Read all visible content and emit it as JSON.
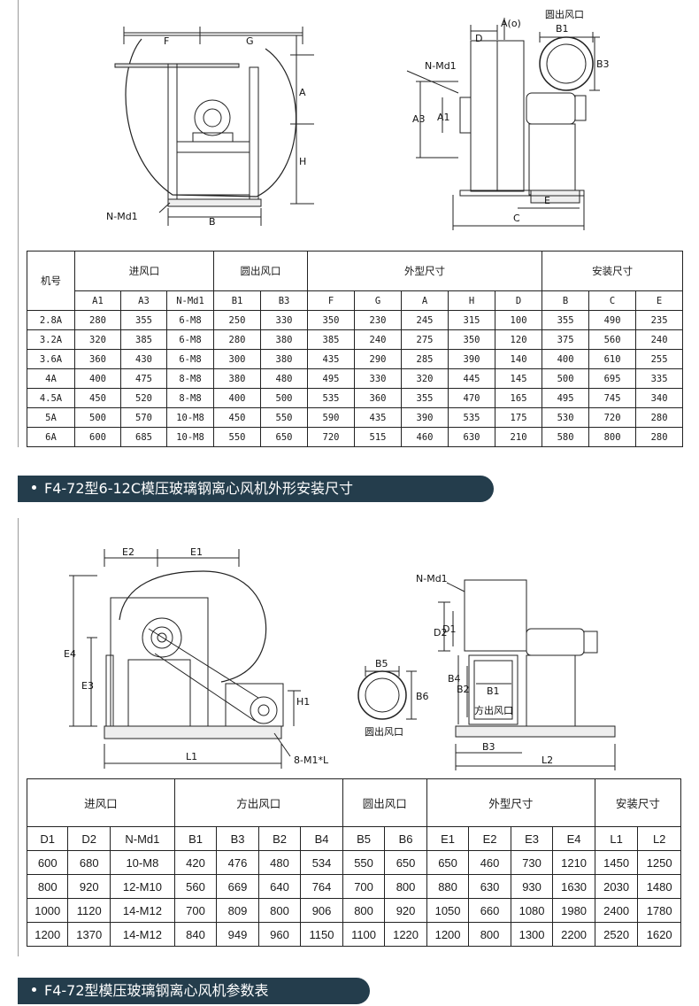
{
  "diagram1": {
    "front_labels": [
      "F",
      "G",
      "A",
      "H",
      "B",
      "N-Md1"
    ],
    "side_labels": [
      "D",
      "A(o)",
      "N-Md1",
      "A3",
      "A1",
      "E",
      "C"
    ],
    "outlet_title": "圆出风口",
    "outlet_labels": [
      "B1",
      "B3"
    ]
  },
  "table1": {
    "groups": [
      "机号",
      "进风口",
      "圆出风口",
      "外型尺寸",
      "安装尺寸"
    ],
    "columns": [
      "A1",
      "A3",
      "N-Md1",
      "B1",
      "B3",
      "F",
      "G",
      "A",
      "H",
      "D",
      "B",
      "C",
      "E"
    ],
    "rows": [
      [
        "2.8A",
        "280",
        "355",
        "6-M8",
        "250",
        "330",
        "350",
        "230",
        "245",
        "315",
        "100",
        "355",
        "490",
        "235"
      ],
      [
        "3.2A",
        "320",
        "385",
        "6-M8",
        "280",
        "380",
        "385",
        "240",
        "275",
        "350",
        "120",
        "375",
        "560",
        "240"
      ],
      [
        "3.6A",
        "360",
        "430",
        "6-M8",
        "300",
        "380",
        "435",
        "290",
        "285",
        "390",
        "140",
        "400",
        "610",
        "255"
      ],
      [
        "4A",
        "400",
        "475",
        "8-M8",
        "380",
        "480",
        "495",
        "330",
        "320",
        "445",
        "145",
        "500",
        "695",
        "335"
      ],
      [
        "4.5A",
        "450",
        "520",
        "8-M8",
        "400",
        "500",
        "535",
        "360",
        "355",
        "470",
        "165",
        "495",
        "745",
        "340"
      ],
      [
        "5A",
        "500",
        "570",
        "10-M8",
        "450",
        "550",
        "590",
        "435",
        "390",
        "535",
        "175",
        "530",
        "720",
        "280"
      ],
      [
        "6A",
        "600",
        "685",
        "10-M8",
        "550",
        "650",
        "720",
        "515",
        "460",
        "630",
        "210",
        "580",
        "800",
        "280"
      ]
    ]
  },
  "banner1": "F4-72型6-12C模压玻璃钢离心风机外形安装尺寸",
  "diagram2": {
    "front_labels": [
      "E2",
      "E1",
      "E4",
      "E3",
      "H1",
      "L1",
      "8-M1*L"
    ],
    "side_labels": [
      "N-Md1",
      "D2",
      "D1",
      "B4",
      "B2",
      "B1",
      "B3",
      "L2"
    ],
    "side_outlet_title": "方出风口",
    "outlet_title": "圆出风口",
    "outlet_labels": [
      "B5",
      "B6"
    ]
  },
  "table2": {
    "groups": [
      "进风口",
      "方出风口",
      "圆出风口",
      "外型尺寸",
      "安装尺寸"
    ],
    "columns": [
      "D1",
      "D2",
      "N-Md1",
      "B1",
      "B3",
      "B2",
      "B4",
      "B5",
      "B6",
      "E1",
      "E2",
      "E3",
      "E4",
      "L1",
      "L2"
    ],
    "rows": [
      [
        "600",
        "680",
        "10-M8",
        "420",
        "476",
        "480",
        "534",
        "550",
        "650",
        "650",
        "460",
        "730",
        "1210",
        "1450",
        "1250"
      ],
      [
        "800",
        "920",
        "12-M10",
        "560",
        "669",
        "640",
        "764",
        "700",
        "800",
        "880",
        "630",
        "930",
        "1630",
        "2030",
        "1480"
      ],
      [
        "1000",
        "1120",
        "14-M12",
        "700",
        "809",
        "800",
        "906",
        "800",
        "920",
        "1050",
        "660",
        "1080",
        "1980",
        "2400",
        "1780"
      ],
      [
        "1200",
        "1370",
        "14-M12",
        "840",
        "949",
        "960",
        "1150",
        "1100",
        "1220",
        "1200",
        "800",
        "1300",
        "2200",
        "2520",
        "1620"
      ]
    ]
  },
  "banner2": "F4-72型模压玻璃钢离心风机参数表",
  "colors": {
    "banner_bg": "#243d4c",
    "banner_text": "#ffffff",
    "line": "#222222"
  }
}
